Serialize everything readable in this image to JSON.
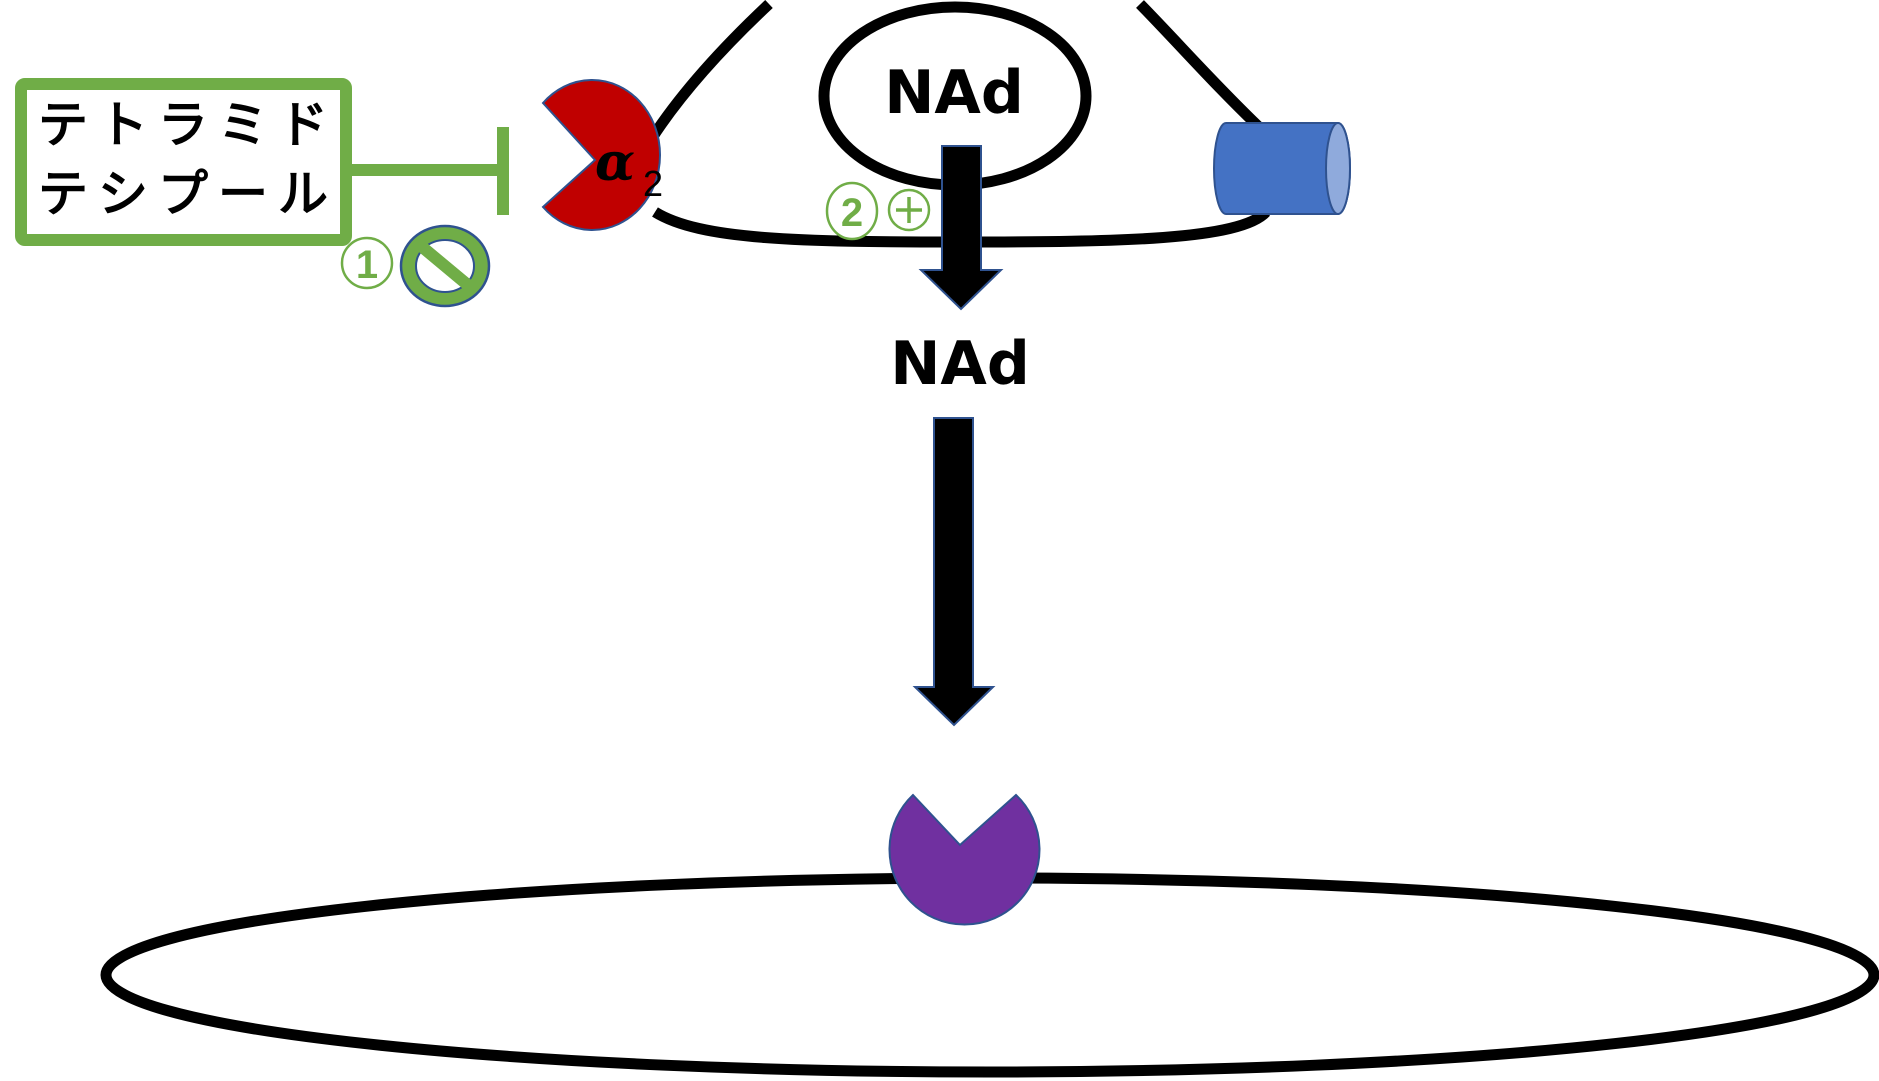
{
  "diagram": {
    "drug_box": {
      "line1": "テトラミド",
      "line2": "テシプール"
    },
    "receptor_presynaptic": {
      "symbol": "α",
      "subscript": "2",
      "icon": "alpha2-receptor-icon"
    },
    "vesicle_label": "NAd",
    "released_label": "NAd",
    "markers": {
      "marker1": "1",
      "marker2": "2",
      "effect1_icon": "prohibition-icon",
      "effect2_icon": "plus-circle-icon"
    },
    "transporter_icon": "cylinder-transporter-icon",
    "postsynaptic_receptor_icon": "postsynaptic-receptor-icon"
  },
  "colors": {
    "inhibit_green": "#70ad47",
    "alpha2_red": "#c00000",
    "transporter_blue": "#4472c4",
    "transporter_cap": "#8faadc",
    "receptor_purple": "#7030a0",
    "outline_blue": "#2f528f",
    "stroke_black": "#000000"
  }
}
